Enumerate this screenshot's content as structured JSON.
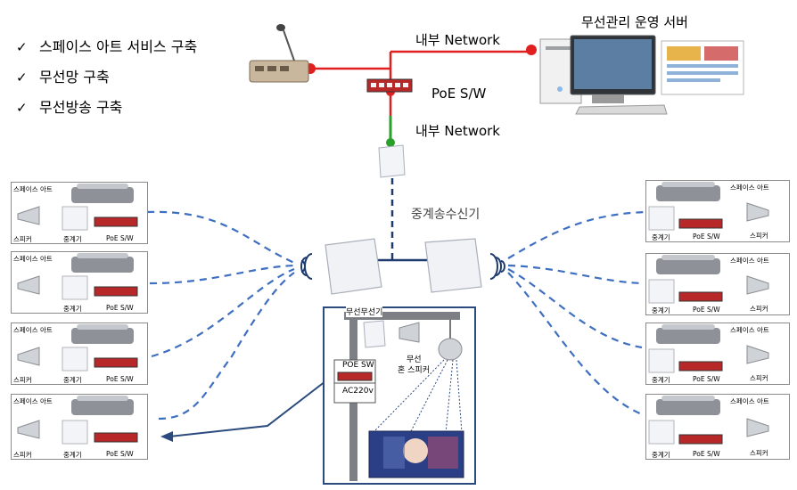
{
  "checklist": [
    "스페이스 아트 서비스 구축",
    "무선망 구축",
    "무선방송 구축"
  ],
  "check_mark": "✓",
  "labels": {
    "internal_network_top": "내부 Network",
    "internal_network_bottom": "내부 Network",
    "poe_switch": "PoE S/W",
    "server": "무선관리 운영 서버",
    "relay_transceiver": "중계송수신기"
  },
  "unit_labels": {
    "space_art": "스페이스 아트",
    "speaker": "스피커",
    "relay": "중계기",
    "poe": "PoE S/W"
  },
  "pole": {
    "top_label": "무선무선기",
    "poe_sw": "POE SW",
    "ac": "AC220v",
    "horn_line1": "무선",
    "horn_line2": "혼 스피커"
  },
  "colors": {
    "red_line": "#e02020",
    "green_line": "#2aa02a",
    "navy_line": "#1f3a6e",
    "dash_blue": "#3f6fc0",
    "pole_frame": "#2b4a7e"
  }
}
